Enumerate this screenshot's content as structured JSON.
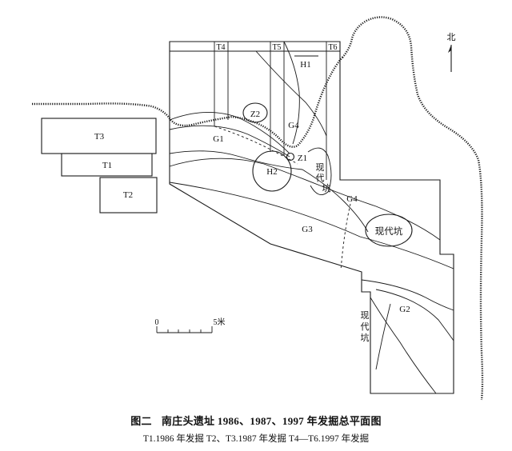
{
  "trenches": {
    "t1": "T1",
    "t2": "T2",
    "t3": "T3",
    "t4": "T4",
    "t5": "T5",
    "t6": "T6"
  },
  "features": {
    "h1": "H1",
    "h2": "H2",
    "z1": "Z1",
    "z2": "Z2",
    "g1": "G1",
    "g2": "G2",
    "g3": "G3",
    "g4_upper": "G4",
    "g4_lower": "G4"
  },
  "modern_pits": {
    "pit_a": [
      "现",
      "代",
      "坑"
    ],
    "pit_b": "现代坑",
    "pit_c": [
      "现",
      "代",
      "坑"
    ]
  },
  "north_arrow": {
    "label": "北"
  },
  "scale_bar": {
    "start": "0",
    "end": "5米"
  },
  "caption": {
    "number": "图二",
    "title": "南庄头遗址 1986、1987、1997 年发掘总平面图",
    "legend": "T1.1986 年发掘   T2、T3.1987 年发掘   T4—T6.1997 年发掘"
  }
}
